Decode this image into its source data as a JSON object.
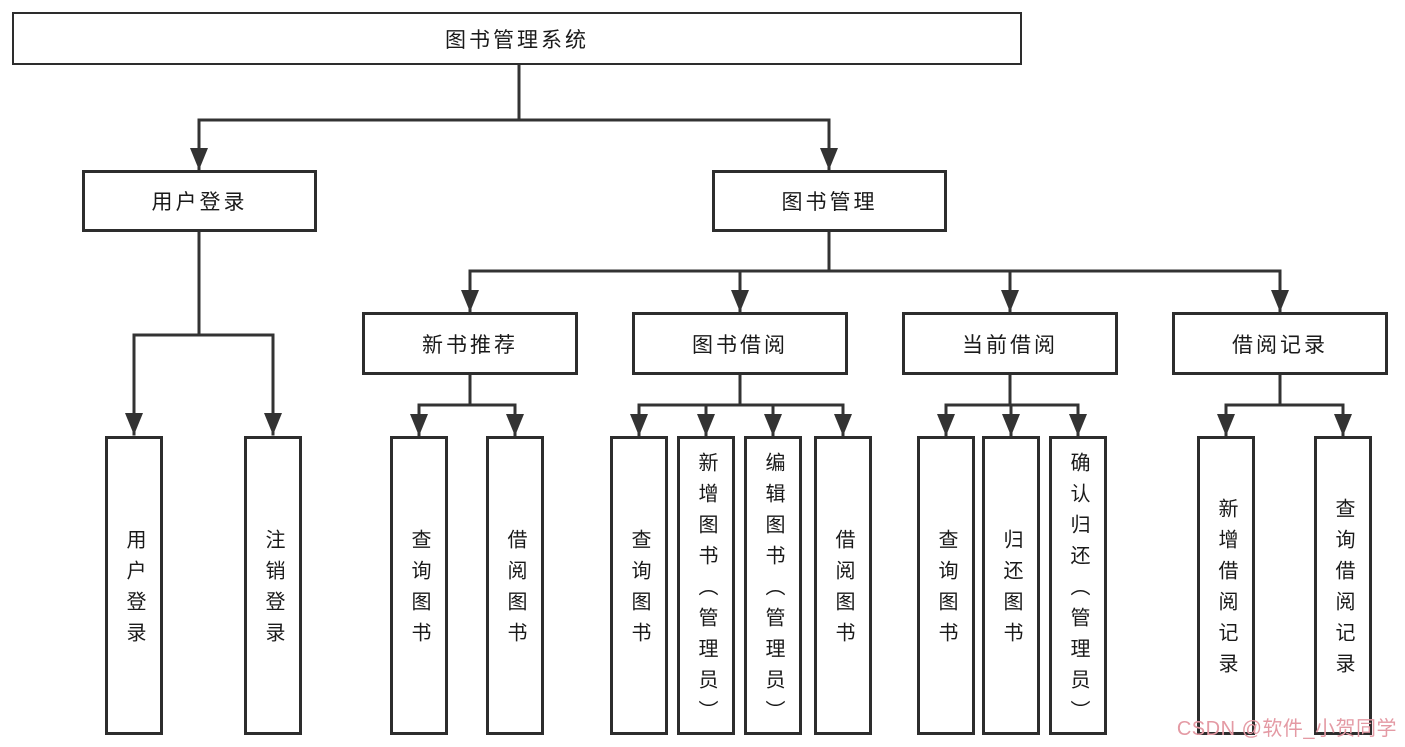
{
  "tree": {
    "root": {
      "label": "图书管理系统"
    },
    "branches": [
      {
        "label": "用户登录",
        "children": [
          {
            "label": "用户登录"
          },
          {
            "label": "注销登录"
          }
        ]
      },
      {
        "label": "图书管理",
        "children": [
          {
            "label": "新书推荐",
            "children": [
              {
                "label": "查询图书"
              },
              {
                "label": "借阅图书"
              }
            ]
          },
          {
            "label": "图书借阅",
            "children": [
              {
                "label": "查询图书"
              },
              {
                "label": "新增图书（管理员）"
              },
              {
                "label": "编辑图书（管理员）"
              },
              {
                "label": "借阅图书"
              }
            ]
          },
          {
            "label": "当前借阅",
            "children": [
              {
                "label": "查询图书"
              },
              {
                "label": "归还图书"
              },
              {
                "label": "确认归还（管理员）"
              }
            ]
          },
          {
            "label": "借阅记录",
            "children": [
              {
                "label": "新增借阅记录"
              },
              {
                "label": "查询借阅记录"
              }
            ]
          }
        ]
      }
    ]
  },
  "watermark": {
    "text": "CSDN @软件_小贺同学",
    "color": "#e49aa4"
  },
  "colors": {
    "line": "#333333",
    "box_border": "#2d2d2d",
    "text": "#1a1a1a",
    "background": "#ffffff"
  }
}
